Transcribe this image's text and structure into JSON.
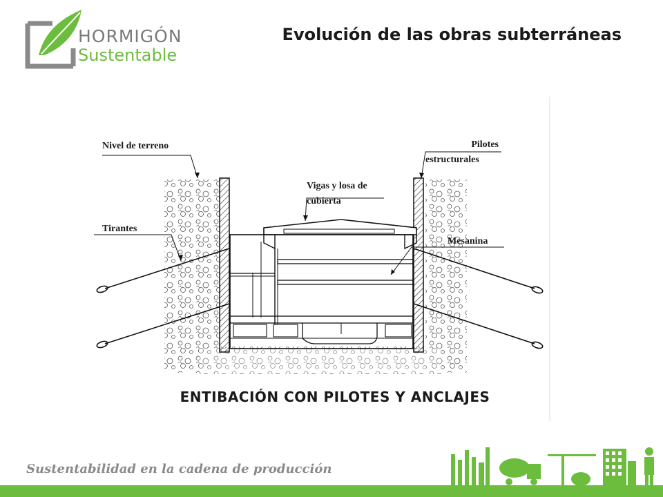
{
  "header": {
    "logo_word1": "HORMIGÓN",
    "logo_word2": "Sustentable",
    "title": "Evolución de las obras subterráneas"
  },
  "diagram": {
    "labels": {
      "nivel_terreno": "Nivel de terreno",
      "pilotes_line1": "Pilotes",
      "pilotes_line2": "estructurales",
      "vigas_line1": "Vigas y losa de",
      "vigas_line2": "cubierta",
      "tirantes": "Tirantes",
      "mesanina": "Mesanina"
    },
    "caption": "ENTIBACIÓN CON PILOTES Y ANCLAJES"
  },
  "footer": {
    "tagline": "Sustentabilidad en la cadena de producción"
  },
  "colors": {
    "brand_green": "#6cbd3e",
    "logo_gray": "#7a7a7a"
  }
}
